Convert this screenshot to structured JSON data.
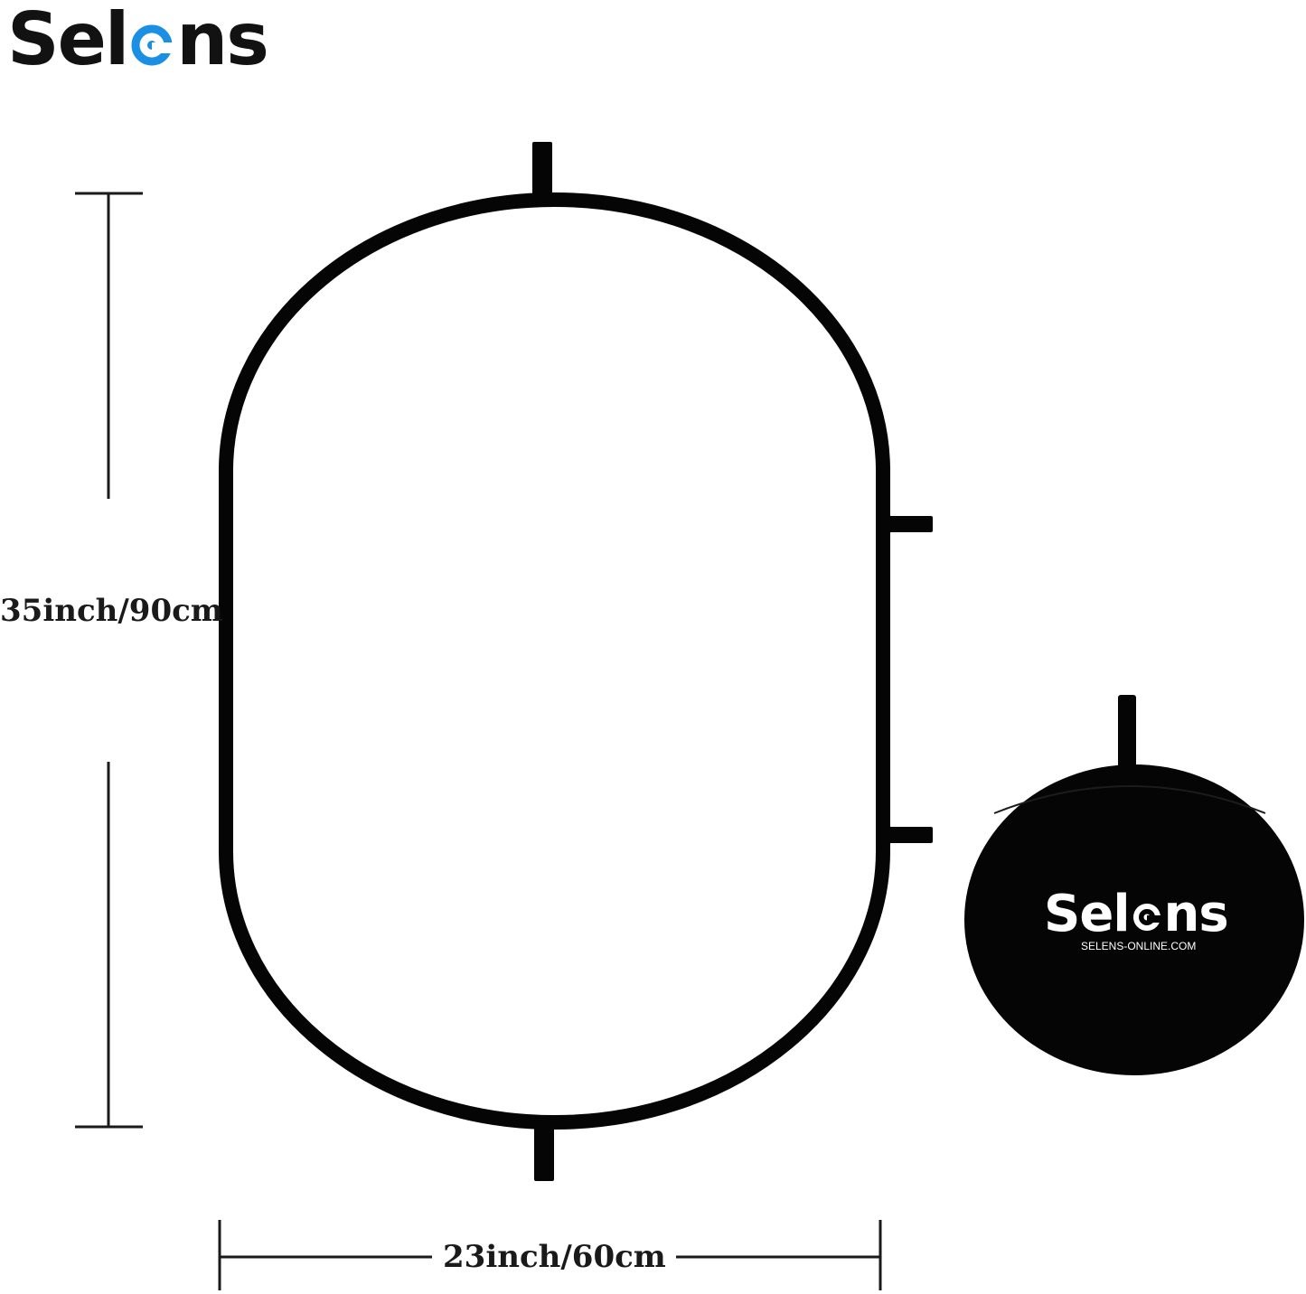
{
  "brand": {
    "logo_text_left": "Sel",
    "logo_text_right": "ns",
    "logo_accent_color": "#1a8fe3",
    "logo_dark_color": "#121212"
  },
  "dimensions": {
    "height_label": "35inch/90cm",
    "width_label": "23inch/60cm"
  },
  "carry_bag": {
    "brand_left": "Sel",
    "brand_right": "ns",
    "url": "SELENS-ONLINE.COM",
    "bag_color": "#050505"
  },
  "panel": {
    "frame_color": "#050505",
    "fabric_color": "#ffffff"
  }
}
